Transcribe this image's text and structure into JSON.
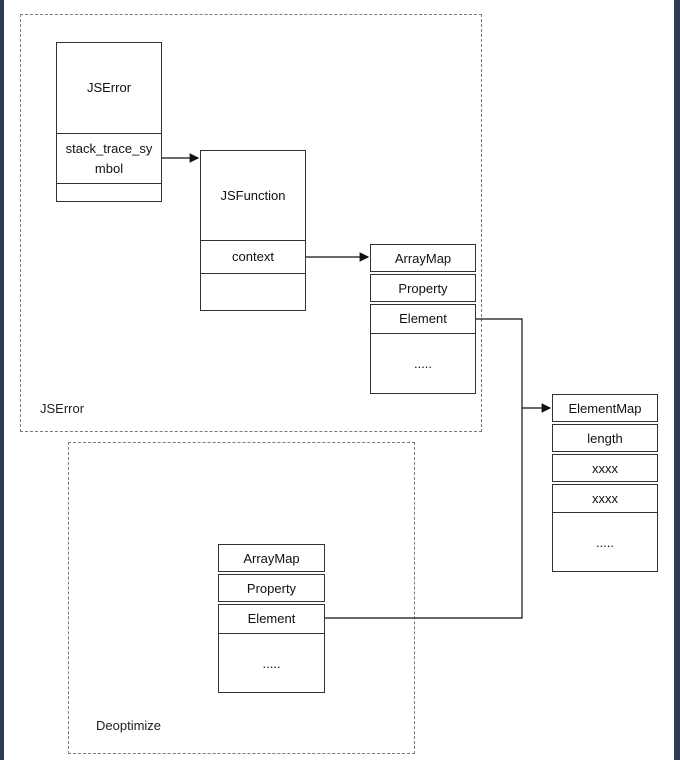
{
  "frames": {
    "jserror_label": "JSError",
    "deoptimize_label": "Deoptimize"
  },
  "jserror_object": {
    "title": "JSError",
    "field": "stack_trace_sy\nmbol",
    "field_line1": "stack_trace_sy",
    "field_line2": "mbol"
  },
  "jsfunction_object": {
    "title": "JSFunction",
    "field": "context"
  },
  "arraymap_top": {
    "items": [
      "ArrayMap",
      "Property",
      "Element",
      "....."
    ]
  },
  "arraymap_bottom": {
    "items": [
      "ArrayMap",
      "Property",
      "Element",
      "....."
    ]
  },
  "elementmap": {
    "items": [
      "ElementMap",
      "length",
      "xxxx",
      "xxxx",
      "....."
    ]
  },
  "colors": {
    "background": "#1f2a3e",
    "page": "#ffffff",
    "stroke": "#333333",
    "dashed_frame": "#7a7a7a"
  }
}
